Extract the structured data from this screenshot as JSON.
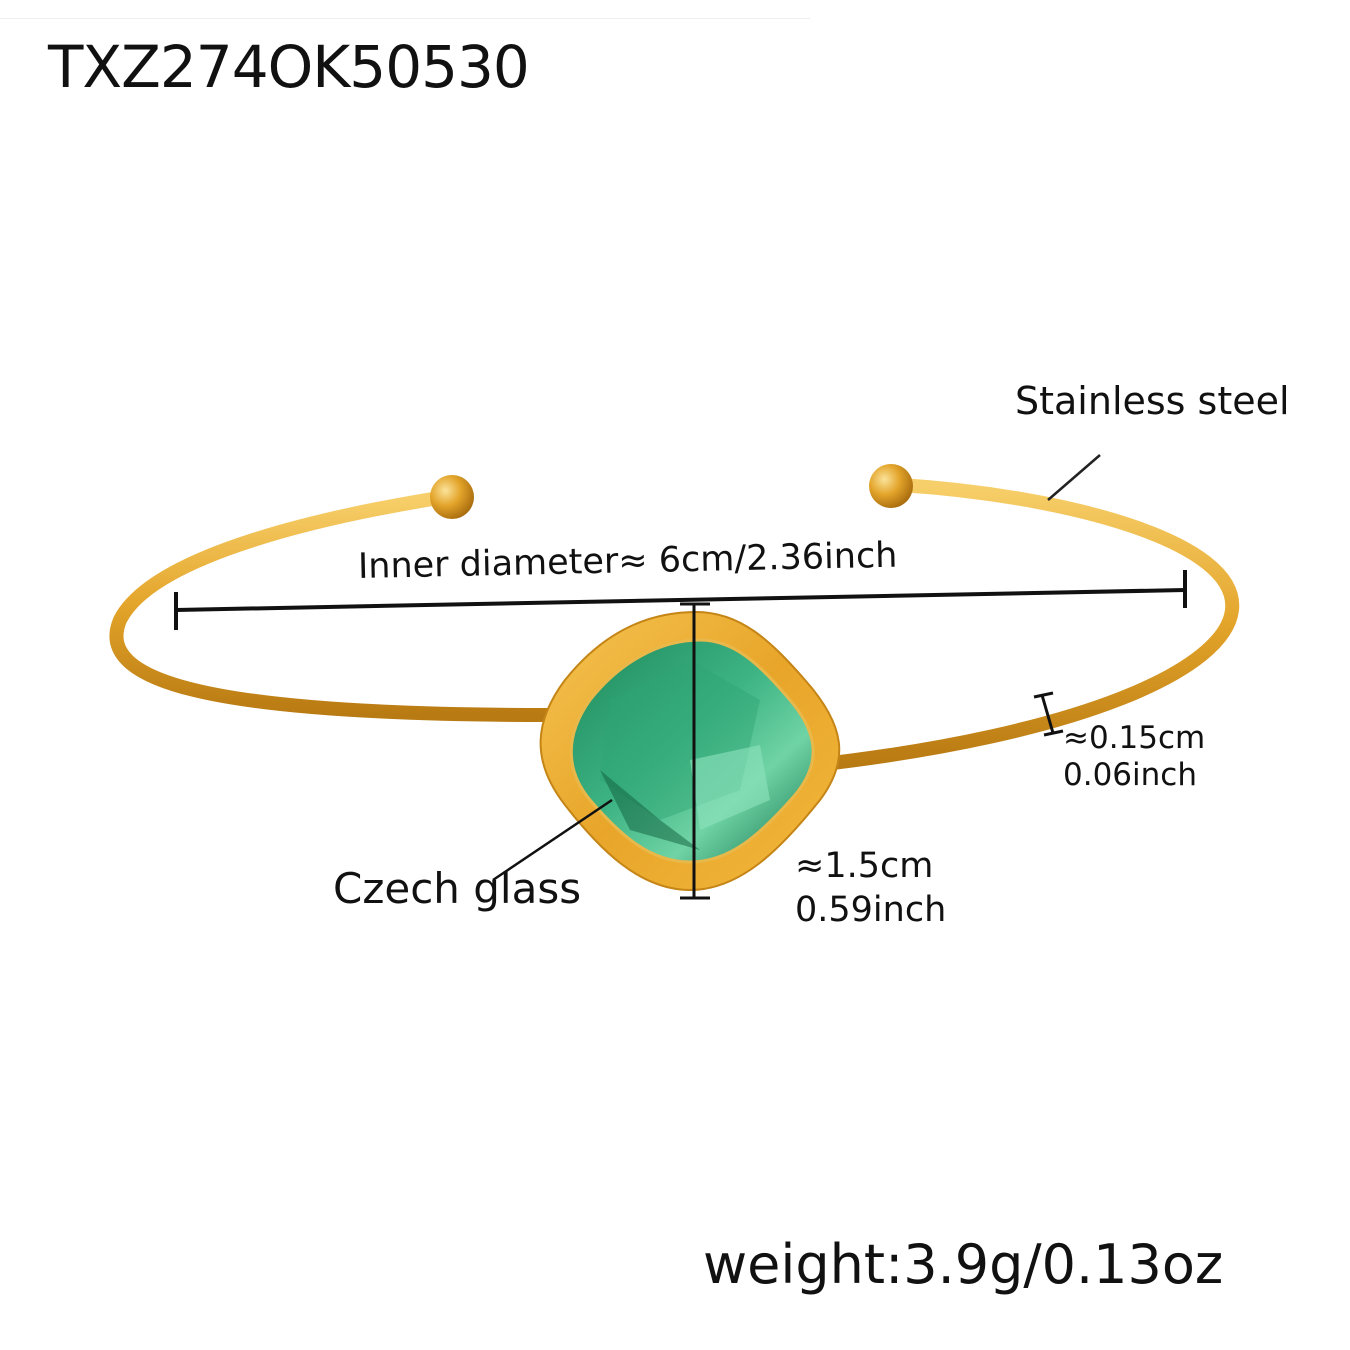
{
  "product": {
    "sku": "TXZ274OK50530",
    "type": "open cuff bangle with square cushion stone",
    "material_label": "Stainless steel",
    "stone_label": "Czech glass",
    "inner_diameter_label": "Inner diameter≈ 6cm/2.36inch",
    "stone_size": {
      "line1": "≈1.5cm",
      "line2": "0.59inch"
    },
    "wire_thickness": {
      "line1": "≈0.15cm",
      "line2": "0.06inch"
    },
    "weight_label": "weight:3.9g/0.13oz"
  },
  "colors": {
    "gold": "#E3A42A",
    "gold_dark": "#B87A12",
    "gold_light": "#F7CF6A",
    "stone": "#2E9E6B",
    "stone_light": "#6FD3A5",
    "stone_dark": "#13714A",
    "ink": "#111111"
  }
}
